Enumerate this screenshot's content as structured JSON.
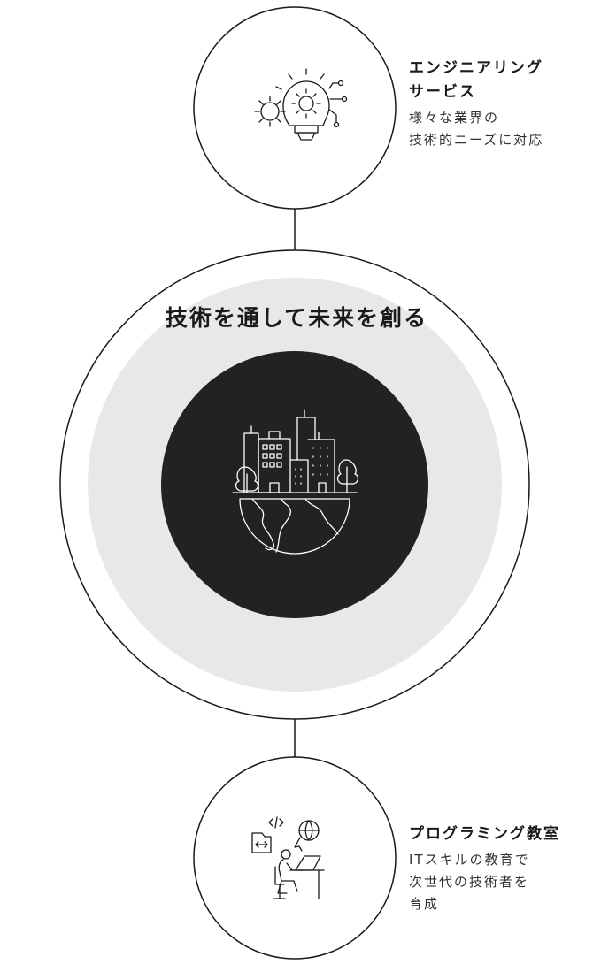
{
  "hero": {
    "title": "技術を通して未来を創る"
  },
  "services": [
    {
      "title_lines": [
        "エンジニアリング",
        "サービス"
      ],
      "desc_lines": [
        "様々な業界の",
        "技術的ニーズに対応"
      ]
    },
    {
      "title_lines": [
        "プログラミング教室"
      ],
      "desc_lines": [
        "ITスキルの教育で",
        "次世代の技術者を",
        "育成"
      ]
    }
  ]
}
